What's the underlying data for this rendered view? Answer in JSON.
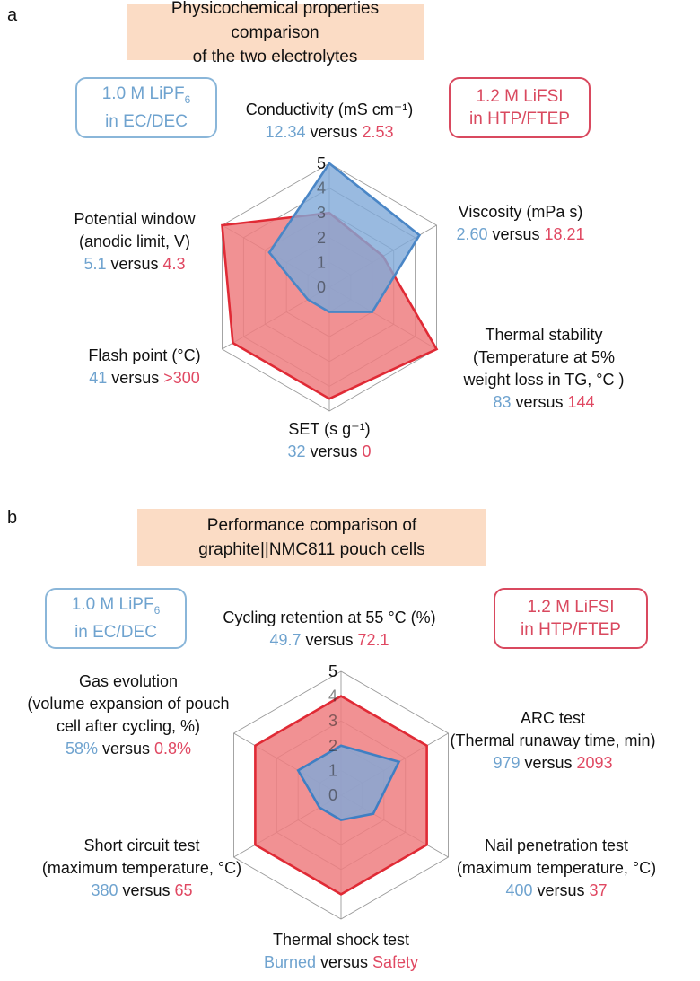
{
  "panel_a": {
    "letter": "a",
    "title_line1": "Physicochemical properties comparison",
    "title_line2": "of the two electrolytes",
    "legend_blue_line1": "1.0 M LiPF",
    "legend_blue_sub": "6",
    "legend_blue_line2": "in EC/DEC",
    "legend_red_line1": "1.2 M LiFSI",
    "legend_red_line2": "in HTP/FTEP",
    "axes": [
      {
        "lines": [
          "Conductivity  (mS cm⁻¹)"
        ],
        "blue": "12.34",
        "red": "2.53"
      },
      {
        "lines": [
          "Viscosity (mPa s)"
        ],
        "blue": "2.60",
        "red": "18.21"
      },
      {
        "lines": [
          "Thermal stability",
          "(Temperature at 5%",
          "weight loss in TG, °C )"
        ],
        "blue": "83",
        "red": "144"
      },
      {
        "lines": [
          "SET (s g⁻¹)"
        ],
        "blue": "32",
        "red": "0"
      },
      {
        "lines": [
          "Flash point (°C)"
        ],
        "blue": "41",
        "red": ">300"
      },
      {
        "lines": [
          "Potential window",
          "(anodic limit, V)"
        ],
        "blue": "5.1",
        "red": "4.3"
      }
    ]
  },
  "panel_b": {
    "letter": "b",
    "title_line1": "Performance comparison of",
    "title_line2": "graphite||NMC811 pouch cells",
    "legend_blue_line1": "1.0 M LiPF",
    "legend_blue_sub": "6",
    "legend_blue_line2": "in EC/DEC",
    "legend_red_line1": "1.2 M LiFSI",
    "legend_red_line2": "in HTP/FTEP",
    "axes": [
      {
        "lines": [
          "Cycling retention at 55 °C (%)"
        ],
        "blue": "49.7",
        "red": "72.1"
      },
      {
        "lines": [
          "ARC test",
          "(Thermal runaway time, min)"
        ],
        "blue": "979",
        "red": "2093"
      },
      {
        "lines": [
          "Nail penetration test",
          "(maximum temperature, °C)"
        ],
        "blue": "400",
        "red": "37"
      },
      {
        "lines": [
          "Thermal shock test"
        ],
        "blue": "Burned",
        "red": "Safety"
      },
      {
        "lines": [
          "Short circuit test",
          "(maximum temperature, °C)"
        ],
        "blue": "380",
        "red": "65"
      },
      {
        "lines": [
          "Gas evolution",
          "(volume expansion of pouch",
          "cell after cycling, %)"
        ],
        "blue": "58%",
        "red": "0.8%"
      }
    ]
  },
  "versus_word": "versus",
  "chart_data": [
    {
      "type": "radar",
      "categories": [
        "Conductivity",
        "Viscosity",
        "Thermal stability",
        "SET",
        "Flash point",
        "Potential window"
      ],
      "rlim": [
        0,
        5
      ],
      "tick_labels": [
        "0",
        "1",
        "2",
        "3",
        "4",
        "5"
      ],
      "series": [
        {
          "name": "1.0 M LiPF6 in EC/DEC",
          "color": "#4a86c6",
          "fill": "#7fa9d8",
          "values": [
            5,
            4.2,
            2,
            1,
            1,
            2.8
          ]
        },
        {
          "name": "1.2 M LiFSI in HTP/FTEP",
          "color": "#e02a35",
          "fill": "#ee7e80",
          "values": [
            3,
            2.5,
            5,
            4.5,
            4.5,
            5
          ]
        }
      ]
    },
    {
      "type": "radar",
      "categories": [
        "Cycling retention",
        "ARC test",
        "Nail penetration test",
        "Thermal shock test",
        "Short circuit test",
        "Gas evolution"
      ],
      "rlim": [
        0,
        5
      ],
      "tick_labels": [
        "0",
        "1",
        "2",
        "3",
        "4",
        "5"
      ],
      "series": [
        {
          "name": "1.0 M LiPF6 in EC/DEC",
          "color": "#3f7fc3",
          "fill": "#7fa9d8",
          "values": [
            2,
            2.7,
            1.5,
            1,
            1,
            2
          ]
        },
        {
          "name": "1.2 M LiFSI in HTP/FTEP",
          "color": "#e02a35",
          "fill": "#ee7e80",
          "values": [
            4,
            4,
            4,
            4,
            4,
            4
          ]
        }
      ]
    }
  ]
}
